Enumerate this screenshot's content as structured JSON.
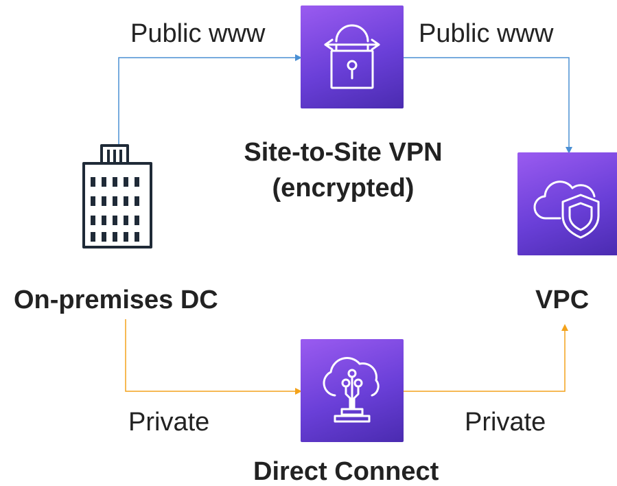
{
  "nodes": {
    "onprem": {
      "label": "On-premises DC",
      "icon": "office-building-icon"
    },
    "vpn": {
      "label_line1": "Site-to-Site VPN",
      "label_line2": "(encrypted)",
      "icon": "vpn-padlock-icon"
    },
    "vpc": {
      "label": "VPC",
      "icon": "cloud-shield-icon"
    },
    "dx": {
      "label": "Direct Connect",
      "icon": "cloud-circuit-icon"
    }
  },
  "edges": {
    "onprem_to_vpn": {
      "label": "Public www",
      "color": "#4a8fd4"
    },
    "vpn_to_vpc": {
      "label": "Public www",
      "color": "#4a8fd4"
    },
    "onprem_to_dx": {
      "label": "Private",
      "color": "#f3a21b"
    },
    "dx_to_vpc": {
      "label": "Private",
      "color": "#f3a21b"
    }
  },
  "colors": {
    "tile_gradient_top": "#9a5bf0",
    "tile_gradient_bottom": "#4a2bb0",
    "icon_stroke": "#ffffff",
    "building_stroke": "#1f2a37",
    "text": "#222222"
  }
}
